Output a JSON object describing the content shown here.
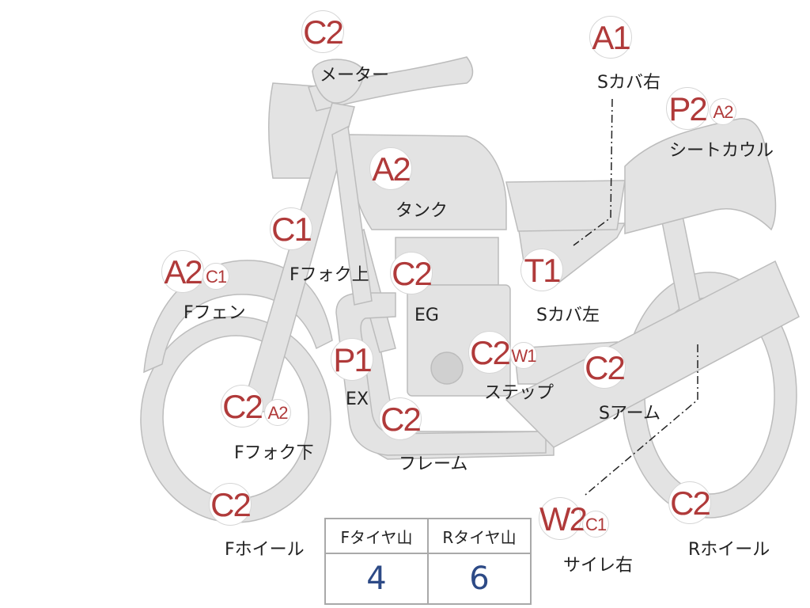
{
  "labels": {
    "meter": {
      "grades": [
        "C2"
      ],
      "name": "メーター"
    },
    "s_cover_right": {
      "grades": [
        "A1"
      ],
      "name": "Sカバ右"
    },
    "seat_cowl": {
      "grades": [
        "P2",
        "A2"
      ],
      "name": "シートカウル"
    },
    "tank": {
      "grades": [
        "A2"
      ],
      "name": "タンク"
    },
    "f_fork_upper": {
      "grades": [
        "C1"
      ],
      "name": "Fフォク上"
    },
    "f_fender": {
      "grades": [
        "A2",
        "C1"
      ],
      "name": "Fフェン"
    },
    "engine": {
      "grades": [
        "C2"
      ],
      "name": "EG"
    },
    "s_cover_left": {
      "grades": [
        "T1"
      ],
      "name": "Sカバ左"
    },
    "exhaust": {
      "grades": [
        "P1"
      ],
      "name": "EX"
    },
    "step": {
      "grades": [
        "C2",
        "W1"
      ],
      "name": "ステップ"
    },
    "s_arm": {
      "grades": [
        "C2"
      ],
      "name": "Sアーム"
    },
    "f_fork_lower": {
      "grades": [
        "C2",
        "A2"
      ],
      "name": "Fフォク下"
    },
    "frame": {
      "grades": [
        "C2"
      ],
      "name": "フレーム"
    },
    "f_wheel": {
      "grades": [
        "C2"
      ],
      "name": "Fホイール"
    },
    "silencer_right": {
      "grades": [
        "W2",
        "C1"
      ],
      "name": "サイレ右"
    },
    "r_wheel": {
      "grades": [
        "C2"
      ],
      "name": "Rホイール"
    }
  },
  "tire_table": {
    "headers": [
      "Fタイヤ山",
      "Rタイヤ山"
    ],
    "values": [
      "4",
      "6"
    ]
  },
  "colors": {
    "grade_text": "#b03a3a",
    "bike_fill": "#e3e3e3",
    "bike_stroke": "#b9b9b9",
    "table_value": "#2d4a86"
  }
}
